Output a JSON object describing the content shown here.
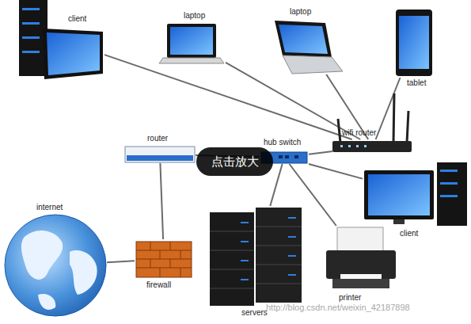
{
  "diagram": {
    "nodes": [
      {
        "text": [
          "client"
        ]
      },
      {
        "text": [
          "laptop"
        ]
      },
      {
        "text": [
          "laptop"
        ]
      },
      {
        "text": [
          "tablet"
        ]
      },
      {
        "text": [
          "router"
        ]
      },
      {
        "text": [
          "hub switch"
        ]
      },
      {
        "text": [
          "wifi router"
        ]
      },
      {
        "text": [
          "client"
        ]
      },
      {
        "text": [
          "internet"
        ]
      },
      {
        "text": [
          "firewall"
        ]
      },
      {
        "text": [
          "servers"
        ]
      },
      {
        "text": [
          "printer"
        ]
      }
    ],
    "edges": [
      {
        "from": 0,
        "to": 6,
        "arrow": "none"
      },
      {
        "from": 1,
        "to": 6,
        "arrow": "none"
      },
      {
        "from": 2,
        "to": 6,
        "arrow": "none"
      },
      {
        "from": 3,
        "to": 6,
        "arrow": "none"
      },
      {
        "from": 6,
        "to": 5,
        "arrow": "none"
      },
      {
        "from": 4,
        "to": 5,
        "arrow": "none"
      },
      {
        "from": 4,
        "to": 9,
        "arrow": "none"
      },
      {
        "from": 9,
        "to": 8,
        "arrow": "none"
      },
      {
        "from": 5,
        "to": 10,
        "arrow": "none"
      },
      {
        "from": 5,
        "to": 11,
        "arrow": "none"
      },
      {
        "from": 5,
        "to": 7,
        "arrow": "none"
      }
    ],
    "labels": [
      "点击放大",
      "http://blog.csdn.net/weixin_42187898"
    ]
  }
}
